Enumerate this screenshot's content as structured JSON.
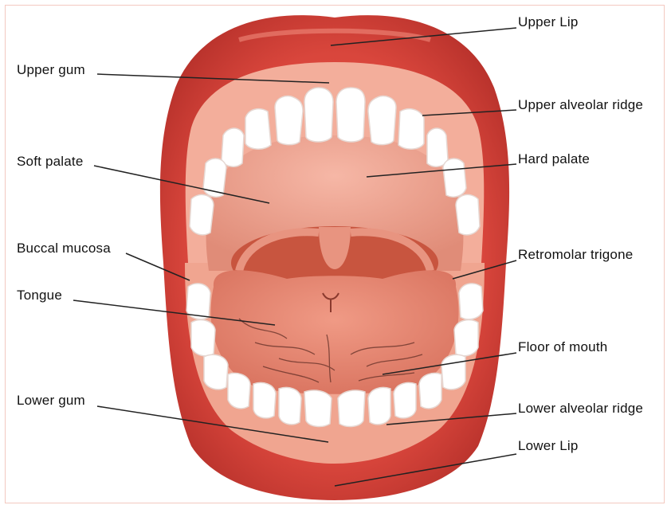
{
  "labels": {
    "upper_lip": "Upper Lip",
    "upper_gum": "Upper gum",
    "upper_alveolar_ridge": "Upper alveolar ridge",
    "soft_palate": "Soft palate",
    "hard_palate": "Hard palate",
    "buccal_mucosa": "Buccal mucosa",
    "retromolar_trigone": "Retromolar trigone",
    "tongue": "Tongue",
    "floor_of_mouth": "Floor of mouth",
    "lower_gum": "Lower gum",
    "lower_alveolar_ridge": "Lower alveolar ridge",
    "lower_lip": "Lower Lip"
  },
  "colors": {
    "lip": "#d9463c",
    "lip_dark": "#b5302a",
    "gum": "#f1a38f",
    "palate": "#ea9c8a",
    "throat": "#c8553f",
    "tongue": "#e58873",
    "teeth": "#ffffff",
    "leader_line": "#222222"
  }
}
